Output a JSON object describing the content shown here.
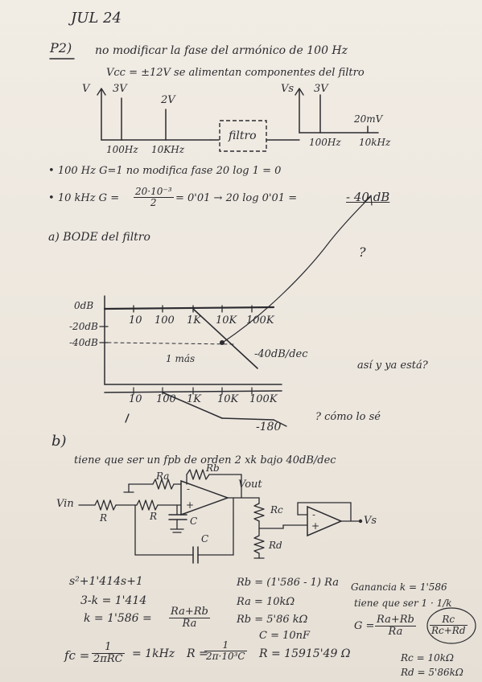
{
  "header": {
    "date": "JUL 24"
  },
  "p2": {
    "label": "P2)",
    "line1": "no modificar la fase del armónico de 100 Hz",
    "line2": "Vcc = ±12V se alimentan componentes del filtro",
    "spectrum_in": {
      "axis": "V",
      "a1": "3V",
      "a2": "2V",
      "f1": "100Hz",
      "f2": "10KHz"
    },
    "filter_box": "filtro",
    "spectrum_out": {
      "axis": "Vs",
      "a1": "3V",
      "a2": "20mV",
      "f1": "100Hz",
      "f2": "10kHz"
    },
    "bullet1": "100 Hz   G=1   no modifica fase   20 log 1 = 0",
    "bullet2_a": "10 kHz   G =",
    "bullet2_num": "20·10⁻³",
    "bullet2_den": "2",
    "bullet2_b": "= 0'01 →  20 log 0'01 =",
    "bullet2_c": "- 40 dB"
  },
  "part_a": {
    "label": "a) BODE del filtro",
    "question": "?",
    "mag": {
      "y_labels": [
        "0dB",
        "-20dB",
        "-40dB"
      ],
      "x_labels": [
        "10",
        "100",
        "1K",
        "10K",
        "100K"
      ],
      "slope_note": "-40dB/dec",
      "mid_note": "1 más",
      "side_note": "así y ya está?"
    },
    "phase": {
      "x_labels": [
        "10",
        "100",
        "1K",
        "10K",
        "100K"
      ],
      "value": "-180",
      "note": "? cómo lo sé"
    }
  },
  "part_b": {
    "label": "b)",
    "line1": "tiene que ser un fpb de orden 2 xk bajo 40dB/dec",
    "circuit": {
      "vin": "Vin",
      "r1": "R",
      "r2": "R",
      "c1": "C",
      "c2": "C",
      "ra": "Ra",
      "rb": "Rb",
      "vout": "Vout",
      "rc": "Rc",
      "rd": "Rd",
      "vs": "Vs",
      "minus": "-",
      "plus": "+"
    },
    "eq_poly": "s²+1'414s+1",
    "eq_k1": "3-k = 1'414",
    "eq_k2": "k = 1'586 =",
    "eq_k2_num": "Ra+Rb",
    "eq_k2_den": "Ra",
    "eq_fc": "fc =",
    "eq_fc_num": "1",
    "eq_fc_den": "2πRC",
    "eq_fc_val": "= 1kHz",
    "eq_rb": "Rb = (1'586 - 1) Ra",
    "eq_ra": "Ra = 10kΩ",
    "eq_rb_val": "Rb = 5'86 kΩ",
    "eq_c": "C = 10nF",
    "eq_r": "R =",
    "eq_r_num": "1",
    "eq_r_den": "2π·10³C",
    "eq_r_val": "R = 15915'49 Ω",
    "gain1": "Ganancia k = 1'586",
    "gain2": "tiene que ser 1 · 1/k",
    "gain3": "G =",
    "gain_num1": "Ra+Rb",
    "gain_den1": "Ra",
    "gain_num2": "Rc",
    "gain_den2": "Rc+Rd",
    "rc_val": "Rc = 10kΩ",
    "rd_val": "Rd = 5'86kΩ"
  }
}
